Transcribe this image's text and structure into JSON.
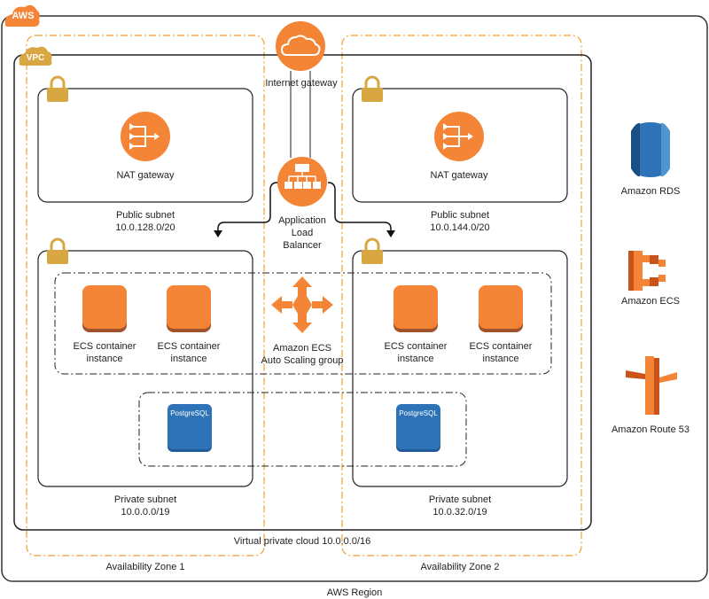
{
  "region": {
    "badge": "AWS",
    "label": "AWS Region"
  },
  "vpc": {
    "badge": "VPC",
    "label": "Virtual private cloud 10.0.0.0/16"
  },
  "availability_zones": [
    {
      "label": "Availability Zone 1"
    },
    {
      "label": "Availability Zone 2"
    }
  ],
  "internet_gateway": {
    "label": "Internet gateway"
  },
  "load_balancer": {
    "label_lines": [
      "Application",
      "Load",
      "Balancer"
    ]
  },
  "public_subnets": [
    {
      "nat_label": "NAT gateway",
      "name": "Public subnet",
      "cidr": "10.0.128.0/20"
    },
    {
      "nat_label": "NAT gateway",
      "name": "Public subnet",
      "cidr": "10.0.144.0/20"
    }
  ],
  "private_subnets": [
    {
      "name": "Private subnet",
      "cidr": "10.0.0.0/19"
    },
    {
      "name": "Private subnet",
      "cidr": "10.0.32.0/19"
    }
  ],
  "ecs_instances": [
    {
      "line1": "ECS container",
      "line2": "instance"
    },
    {
      "line1": "ECS container",
      "line2": "instance"
    },
    {
      "line1": "ECS container",
      "line2": "instance"
    },
    {
      "line1": "ECS container",
      "line2": "instance"
    }
  ],
  "auto_scaling": {
    "line1": "Amazon ECS",
    "line2": "Auto Scaling group"
  },
  "databases": [
    {
      "label": "PostgreSQL"
    },
    {
      "label": "PostgreSQL"
    }
  ],
  "legend": [
    {
      "label": "Amazon RDS",
      "icon": "rds-icon"
    },
    {
      "label": "Amazon ECS",
      "icon": "ecs-icon"
    },
    {
      "label": "Amazon Route 53",
      "icon": "route53-icon"
    }
  ],
  "colors": {
    "orange": "#f58536",
    "gold": "#d9a741",
    "blue": "#2e73b8",
    "az_dash": "#f0a030"
  }
}
